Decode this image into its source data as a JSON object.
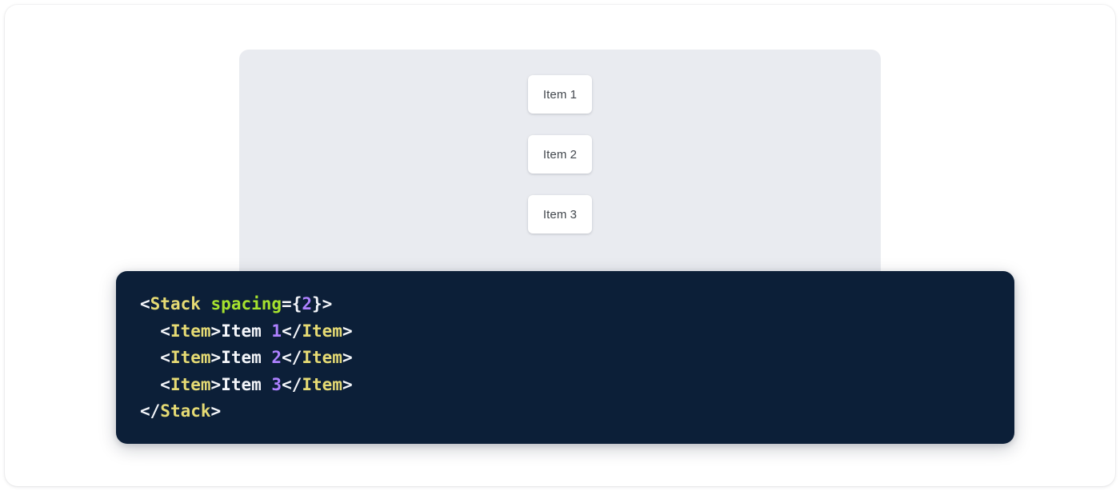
{
  "preview": {
    "container_name": "stack-demo-container",
    "background_color": "#e9ebf0",
    "stack": {
      "spacing": 2,
      "direction": "column",
      "items": [
        {
          "label": "Item 1"
        },
        {
          "label": "Item 2"
        },
        {
          "label": "Item 3"
        }
      ]
    }
  },
  "code_panel": {
    "background_color": "#0c1f38",
    "language": "jsx",
    "syntax_colors": {
      "tag": "#e6db74",
      "attribute": "#a6e22e",
      "number": "#ae81ff",
      "punctuation": "#f4f6fa",
      "text": "#f4f6fa"
    },
    "lines": [
      {
        "indent": "",
        "tokens": [
          {
            "type": "punct",
            "text": "<"
          },
          {
            "type": "tag",
            "text": "Stack"
          },
          {
            "type": "punct",
            "text": " "
          },
          {
            "type": "attr",
            "text": "spacing"
          },
          {
            "type": "punct",
            "text": "={"
          },
          {
            "type": "num",
            "text": "2"
          },
          {
            "type": "punct",
            "text": "}>"
          }
        ]
      },
      {
        "indent": "  ",
        "tokens": [
          {
            "type": "punct",
            "text": "<"
          },
          {
            "type": "tag",
            "text": "Item"
          },
          {
            "type": "punct",
            "text": ">"
          },
          {
            "type": "text",
            "text": "Item "
          },
          {
            "type": "num",
            "text": "1"
          },
          {
            "type": "punct",
            "text": "</"
          },
          {
            "type": "tag",
            "text": "Item"
          },
          {
            "type": "punct",
            "text": ">"
          }
        ]
      },
      {
        "indent": "  ",
        "tokens": [
          {
            "type": "punct",
            "text": "<"
          },
          {
            "type": "tag",
            "text": "Item"
          },
          {
            "type": "punct",
            "text": ">"
          },
          {
            "type": "text",
            "text": "Item "
          },
          {
            "type": "num",
            "text": "2"
          },
          {
            "type": "punct",
            "text": "</"
          },
          {
            "type": "tag",
            "text": "Item"
          },
          {
            "type": "punct",
            "text": ">"
          }
        ]
      },
      {
        "indent": "  ",
        "tokens": [
          {
            "type": "punct",
            "text": "<"
          },
          {
            "type": "tag",
            "text": "Item"
          },
          {
            "type": "punct",
            "text": ">"
          },
          {
            "type": "text",
            "text": "Item "
          },
          {
            "type": "num",
            "text": "3"
          },
          {
            "type": "punct",
            "text": "</"
          },
          {
            "type": "tag",
            "text": "Item"
          },
          {
            "type": "punct",
            "text": ">"
          }
        ]
      },
      {
        "indent": "",
        "tokens": [
          {
            "type": "punct",
            "text": "</"
          },
          {
            "type": "tag",
            "text": "Stack"
          },
          {
            "type": "punct",
            "text": ">"
          }
        ]
      }
    ]
  }
}
